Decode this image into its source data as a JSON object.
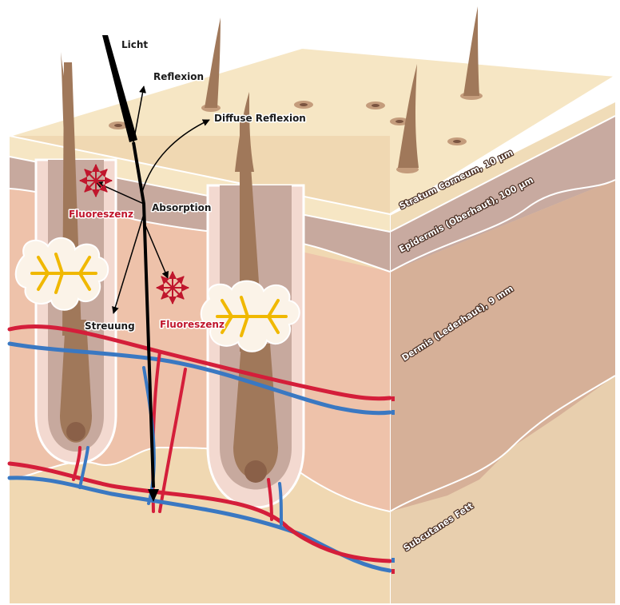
{
  "labels": {
    "licht": "Licht",
    "reflexion": "Reflexion",
    "diffuse_reflexion": "Diffuse Reflexion",
    "absorption": "Absorption",
    "fluoreszenz_1": "Fluoreszenz",
    "fluoreszenz_2": "Fluoreszenz",
    "streuung": "Streuung"
  },
  "layers": {
    "stratum_corneum": "Stratum Corneum, 10 µm",
    "epidermis": "Epidermis (Oberhaut), 100 µm",
    "dermis": "Dermis (Lederhaut), 9 mm",
    "subcutanes_fett": "Subcutanes Fett"
  },
  "colors": {
    "light_arrow": "#000000",
    "fluorescence": "#c0162c",
    "artery": "#d41e3a",
    "vein": "#3a78c2",
    "hair": "#a0785a",
    "nerve": "#f0b800",
    "top_surface": "#f6e6c4",
    "epidermis": "#c7a99e",
    "dermis": "#eec2aa",
    "fat": "#f0d8b2"
  }
}
